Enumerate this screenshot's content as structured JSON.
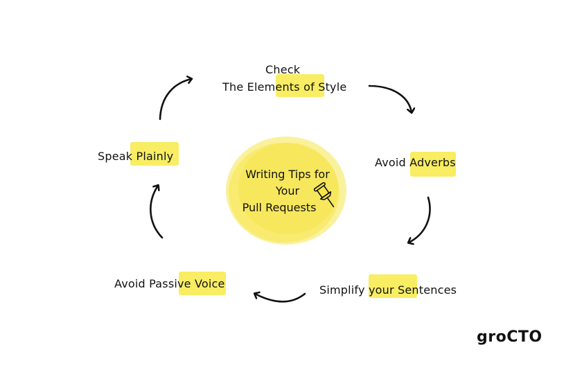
{
  "diagram": {
    "center": {
      "line1": "Writing Tips for",
      "line2": "Your",
      "line3": "Pull Requests",
      "icon": "pushpin-icon"
    },
    "steps": [
      {
        "id": "check-style",
        "line1": "Check",
        "line2": "The Elements of Style"
      },
      {
        "id": "avoid-adverbs",
        "text": "Avoid Adverbs"
      },
      {
        "id": "simplify-sentences",
        "text": "Simplify your Sentences"
      },
      {
        "id": "avoid-passive",
        "text": "Avoid Passive Voice"
      },
      {
        "id": "speak-plainly",
        "text": "Speak Plainly"
      }
    ],
    "flow": "clockwise",
    "colors": {
      "highlight": "#f7ea48",
      "blob": "#f6e64a",
      "ink": "#111111"
    }
  },
  "brand": {
    "logo_text": "groCTO"
  }
}
